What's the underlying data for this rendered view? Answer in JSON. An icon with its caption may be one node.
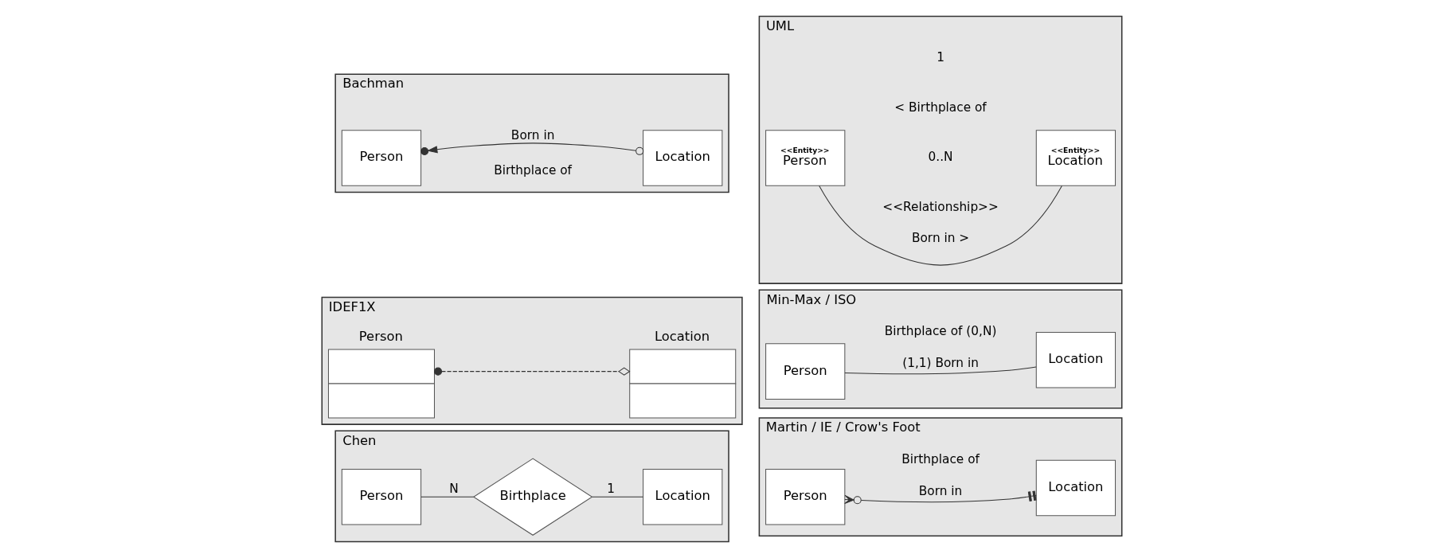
{
  "diagram": {
    "nodes": [
      {
        "text": [
          "Chen"
        ]
      },
      {
        "text": [
          "Person"
        ],
        "in": 0
      },
      {
        "text": [
          "Birthplace"
        ],
        "in": 0
      },
      {
        "text": [
          "Location"
        ],
        "in": 0
      },
      {
        "text": [
          "Martin / IE / Crow's Foot"
        ]
      },
      {
        "text": [
          "Person"
        ],
        "in": 4
      },
      {
        "text": [
          "Location"
        ],
        "in": 4
      },
      {
        "text": [
          "IDEF1X"
        ]
      },
      {
        "text": [
          "Person"
        ],
        "in": 7
      },
      {
        "text": [
          "Location"
        ],
        "in": 7
      },
      {
        "text": [
          "Min-Max / ISO"
        ]
      },
      {
        "text": [
          "Person"
        ],
        "in": 10
      },
      {
        "text": [
          "Location"
        ],
        "in": 10
      },
      {
        "text": [
          "Bachman"
        ]
      },
      {
        "text": [
          "Person"
        ],
        "in": 13
      },
      {
        "text": [
          "Location"
        ],
        "in": 13
      },
      {
        "text": [
          "UML"
        ]
      },
      {
        "text": [
          "<<Entity>>",
          "Person"
        ],
        "in": 16
      },
      {
        "text": [
          "<<Entity>>",
          "Location"
        ],
        "in": 16
      }
    ],
    "edges": [
      {
        "from": 1,
        "to": 2,
        "arrow": "none",
        "label": "N"
      },
      {
        "from": 2,
        "to": 3,
        "arrow": "none",
        "label": "1"
      },
      {
        "from": 5,
        "to": 6,
        "arrow": "other",
        "label": "Born in"
      },
      {
        "from": 8,
        "to": 9,
        "arrow": "other",
        "style": "dashed"
      },
      {
        "from": 11,
        "to": 12,
        "arrow": "none",
        "label": "(1,1) Born in"
      },
      {
        "from": 15,
        "to": 14,
        "arrow": "to",
        "label": "Born in"
      },
      {
        "from": 17,
        "to": 18,
        "arrow": "none",
        "label": "Born in >"
      }
    ],
    "labels": [
      "Birthplace of",
      "Birthplace of (0,N)",
      "Birthplace of",
      "<<Relationship>>",
      "0..N",
      "< Birthplace of",
      "1"
    ]
  }
}
